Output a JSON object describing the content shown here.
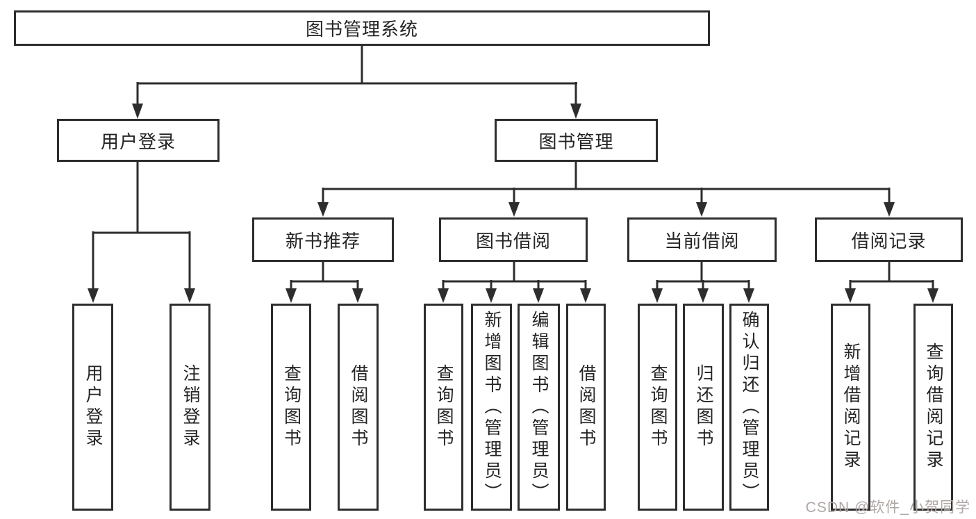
{
  "tree": {
    "root": {
      "label": "图书管理系统"
    },
    "branches": [
      {
        "label": "用户登录",
        "children": [
          {
            "label": "用户登录"
          },
          {
            "label": "注销登录"
          }
        ]
      },
      {
        "label": "图书管理",
        "sections": [
          {
            "label": "新书推荐",
            "children": [
              {
                "label": "查询图书"
              },
              {
                "label": "借阅图书"
              }
            ]
          },
          {
            "label": "图书借阅",
            "children": [
              {
                "label": "查询图书"
              },
              {
                "label": "新增图书（管理员）"
              },
              {
                "label": "编辑图书（管理员）"
              },
              {
                "label": "借阅图书"
              }
            ]
          },
          {
            "label": "当前借阅",
            "children": [
              {
                "label": "查询图书"
              },
              {
                "label": "归还图书"
              },
              {
                "label": "确认归还（管理员）"
              }
            ]
          },
          {
            "label": "借阅记录",
            "children": [
              {
                "label": "新增借阅记录"
              },
              {
                "label": "查询借阅记录"
              }
            ]
          }
        ]
      }
    ]
  },
  "watermark": {
    "text": "CSDN @软件_小贺同学"
  },
  "colors": {
    "line": "#2d2d2d",
    "box_border": "#2d2d2d",
    "text": "#242424",
    "watermark": "#b0a6a4",
    "background": "#ffffff"
  }
}
